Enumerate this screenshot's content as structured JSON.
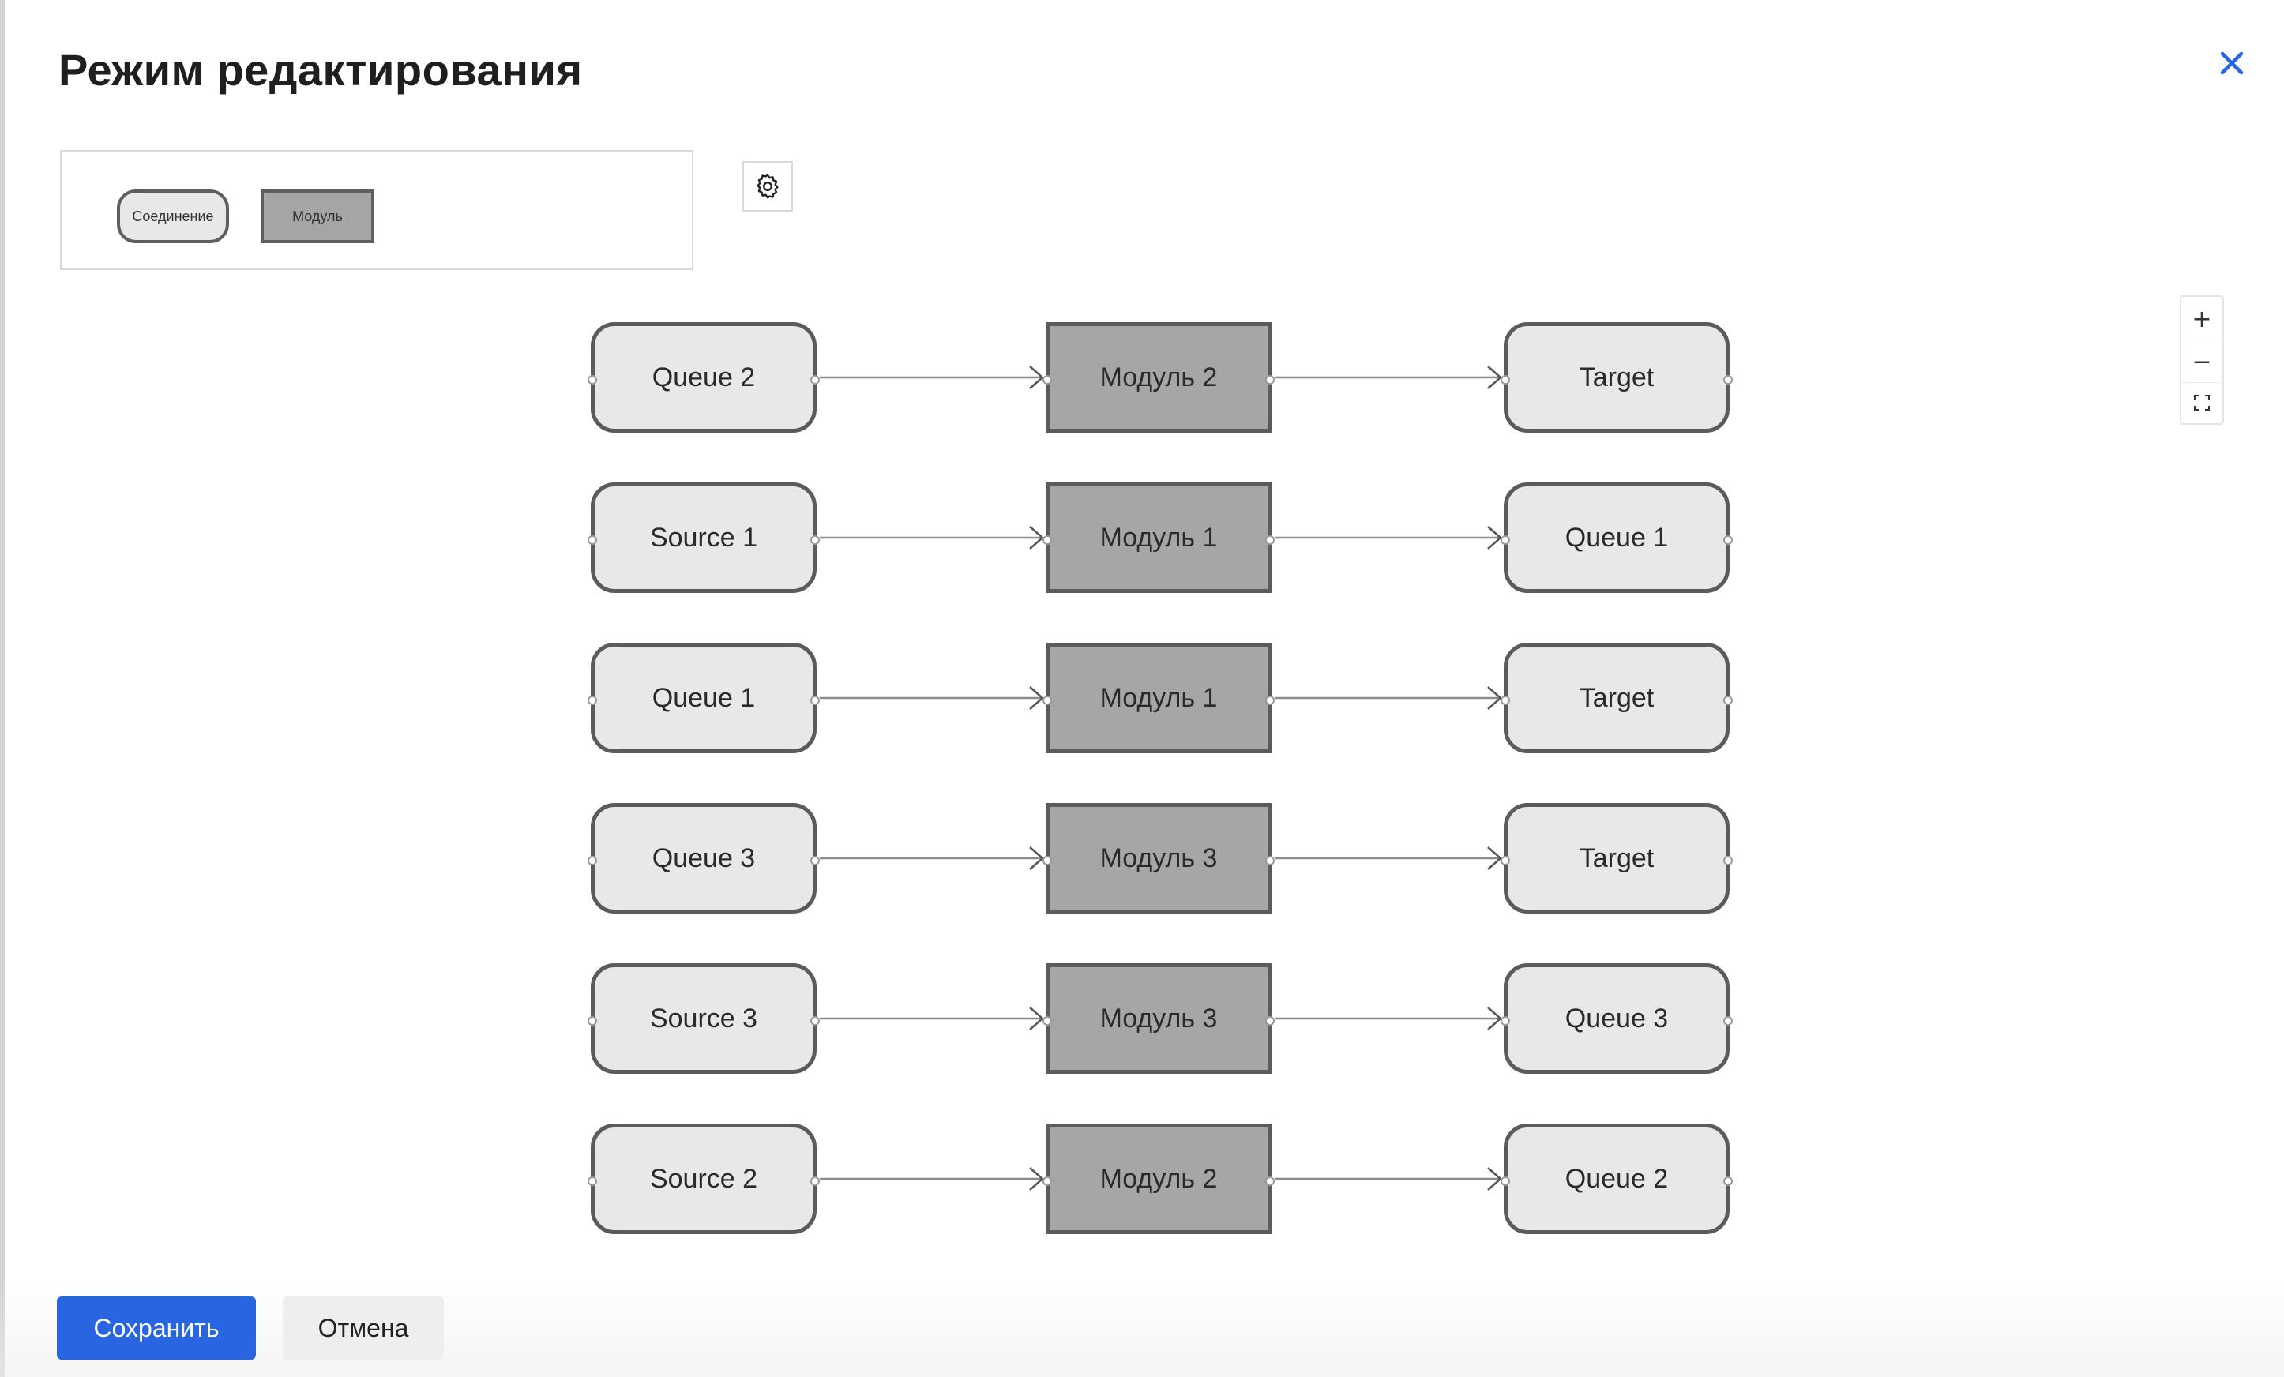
{
  "dialog": {
    "title": "Режим редактирования",
    "close_icon": "close-icon",
    "accent_color": "#2766e0"
  },
  "palette": {
    "items": [
      {
        "label": "Соединение",
        "kind": "connection"
      },
      {
        "label": "Модуль",
        "kind": "module"
      }
    ],
    "settings_icon": "gear-icon"
  },
  "zoom_controls": {
    "zoom_in_label": "+",
    "zoom_out_label": "−",
    "fit_icon": "fit-view-icon"
  },
  "flows": [
    {
      "source": "Queue 2",
      "module": "Модуль 2",
      "target": "Target"
    },
    {
      "source": "Source 1",
      "module": "Модуль 1",
      "target": "Queue 1"
    },
    {
      "source": "Queue 1",
      "module": "Модуль 1",
      "target": "Target"
    },
    {
      "source": "Queue 3",
      "module": "Модуль 3",
      "target": "Target"
    },
    {
      "source": "Source 3",
      "module": "Модуль 3",
      "target": "Queue 3"
    },
    {
      "source": "Source 2",
      "module": "Модуль 2",
      "target": "Queue 2"
    }
  ],
  "colors": {
    "connection_fill": "#e8e8e8",
    "module_fill": "#a6a6a6",
    "node_border": "#5b5b5b",
    "edge": "#8c8c8c"
  },
  "footer": {
    "save_label": "Сохранить",
    "cancel_label": "Отмена"
  }
}
